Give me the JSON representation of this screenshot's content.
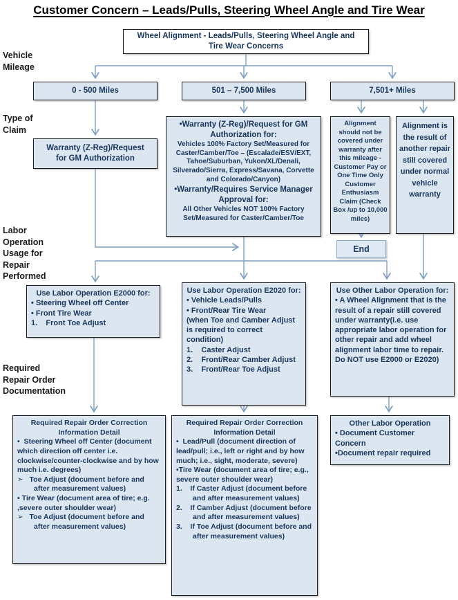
{
  "title": "Customer Concern – Leads/Pulls, Steering Wheel Angle and Tire Wear",
  "colors": {
    "box_fill": "#dce6f1",
    "box_border": "#1a1a1a",
    "connector": "#7d9fc2",
    "text": "#17365d",
    "end_box_border": "#8aa9cc"
  },
  "row_labels": {
    "vehicle_mileage": "Vehicle Mileage",
    "type_of_claim": "Type of Claim",
    "labor_operation": "Labor Operation Usage for Repair Performed",
    "required_repair": "Required Repair Order Documentation"
  },
  "nodes": {
    "top": "Wheel Alignment - Leads/Pulls, Steering Wheel Angle and Tire Wear Concerns",
    "mileage": [
      "0 - 500 Miles",
      "501 – 7,500 Miles",
      "7,501+ Miles"
    ],
    "claim_left": "Warranty (Z-Reg)/Request for GM  Authorization",
    "claim_mid": {
      "lines": [
        "•Warranty (Z-Reg)/Request for GM Authorization for:",
        "Vehicles 100% Factory Set/Measured for Caster/Camber/Toe – (Escalade/ESV/EXT, Tahoe/Suburban, Yukon/XL/Denali, Silverado/Sierra, Express/Savana,  Corvette and Colorado/Canyon)",
        "•Warranty/Requires Service Manager Approval for:",
        "All Other Vehicles NOT 100% Factory Set/Measured for Caster/Camber/Toe"
      ]
    },
    "claim_right_a": "Alignment should not be covered under warranty after this mileage - Customer Pay or  One Time Only Customer Enthusiasm Claim (Check Box /up to 10,000 miles)",
    "claim_right_b": "Alignment is the result of another repair still covered under normal vehicle warranty",
    "end": "End",
    "e2000": {
      "heading": "Use Labor Operation E2000 for:",
      "items": [
        "• Steering Wheel off Center",
        "• Front Tire Wear",
        "1.    Front Toe Adjust"
      ]
    },
    "e2020": {
      "heading": "Use Labor Operation E2020 for:",
      "items": [
        "• Vehicle Leads/Pulls",
        "• Front/Rear Tire Wear",
        "(when Toe and Camber Adjust is required to correct condition)",
        "1.    Caster Adjust",
        "2.    Front/Rear Camber Adjust",
        "3.    Front/Rear Toe Adjust"
      ]
    },
    "other_op": {
      "heading": "Use Other Labor Operation for:",
      "body": "• A Wheel Alignment that is the result of a repair still covered under warranty(i.e. use appropriate labor operation for other repair and add wheel alignment labor time to repair. Do NOT use E2000 or E2020)"
    },
    "doc_left": {
      "heading": "Required Repair Order Correction Information Detail",
      "items": [
        "•  Steering Wheel off Center (document which direction off center i.e. clockwise/counter-clockwise and by how much i.e. degrees)",
        "➢   Toe Adjust (document before and after measurement values)",
        "• Tire Wear (document area of tire; e.g. ,severe outer shoulder wear)",
        "➢   Toe Adjust (document before and after measurement values)"
      ]
    },
    "doc_mid": {
      "heading": "Required Repair Order Correction Information Detail",
      "items": [
        "•  Lead/Pull (document direction of lead/pull; i.e., left or right and by how much; i.e., sight, moderate, severe)",
        "•Tire Wear (document area of tire; e.g., severe outer shoulder wear)",
        "1.    If Caster Adjust (document before and after measurement values)",
        "2.    If Camber Adjust (document before and after measurement values)",
        "3.    If Toe Adjust (document before and after measurement values)"
      ]
    },
    "doc_right": {
      "heading": "Other Labor Operation",
      "items": [
        "• Document Customer Concern",
        "•Document repair required"
      ]
    }
  }
}
